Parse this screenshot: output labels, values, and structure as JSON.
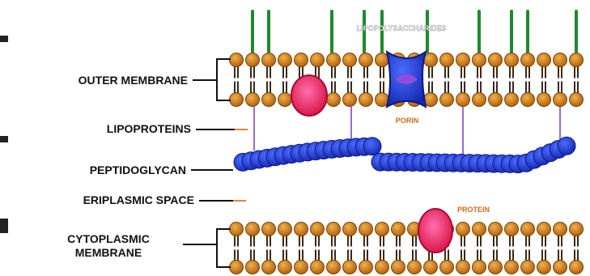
{
  "labels": {
    "outer_membrane": "OUTER MEMBRANE",
    "lipoproteins": "LIPOPROTEINS",
    "peptidoglycan": "PEPTIDOGLYCAN",
    "periplasmic_space": "ERIPLASMIC SPACE",
    "cytoplasmic_membrane_line1": "CYTOPLASMIC",
    "cytoplasmic_membrane_line2": "MEMBRANE",
    "lipopolysaccharides": "LIPOPOLYSACCHARIDES",
    "porin": "PORIN",
    "protein": "PROTEIN"
  },
  "colors": {
    "lipid_head": "#c97a1c",
    "lipid_tail": "#3a2a1a",
    "lps_green": "#1e8a2e",
    "peptidoglycan_blue": "#1f3fd6",
    "porin_blue": "#2a3fb8",
    "protein_red": "#e0205a",
    "lipoprotein_line": "#9a6ad0"
  }
}
